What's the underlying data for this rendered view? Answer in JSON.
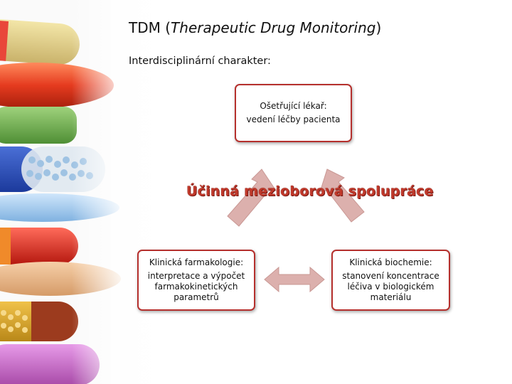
{
  "header": {
    "title_plain": "TDM (",
    "title_italic": "Therapeutic Drug Monitoring",
    "title_end": ")",
    "subtitle": "Interdisciplinární charakter:"
  },
  "diagram": {
    "center_label": "Účinná mezioborová spolupráce",
    "top_box": {
      "heading": "Ošetřující lékař:",
      "text": "vedení léčby pacienta"
    },
    "left_box": {
      "heading": "Klinická farmakologie:",
      "line1": "interpretace a výpočet",
      "line2": "farmakokinetických",
      "line3": "parametrů"
    },
    "right_box": {
      "heading": "Klinická biochemie:",
      "line1": "stanovení koncentrace",
      "line2": "léčiva v biologickém",
      "line3": "materiálu"
    }
  },
  "colors": {
    "accent": "#c0392b",
    "box_border": "#b5302d",
    "arrow": "#dcb0ad"
  },
  "decoration": {
    "image": "colorful pills and capsules"
  }
}
